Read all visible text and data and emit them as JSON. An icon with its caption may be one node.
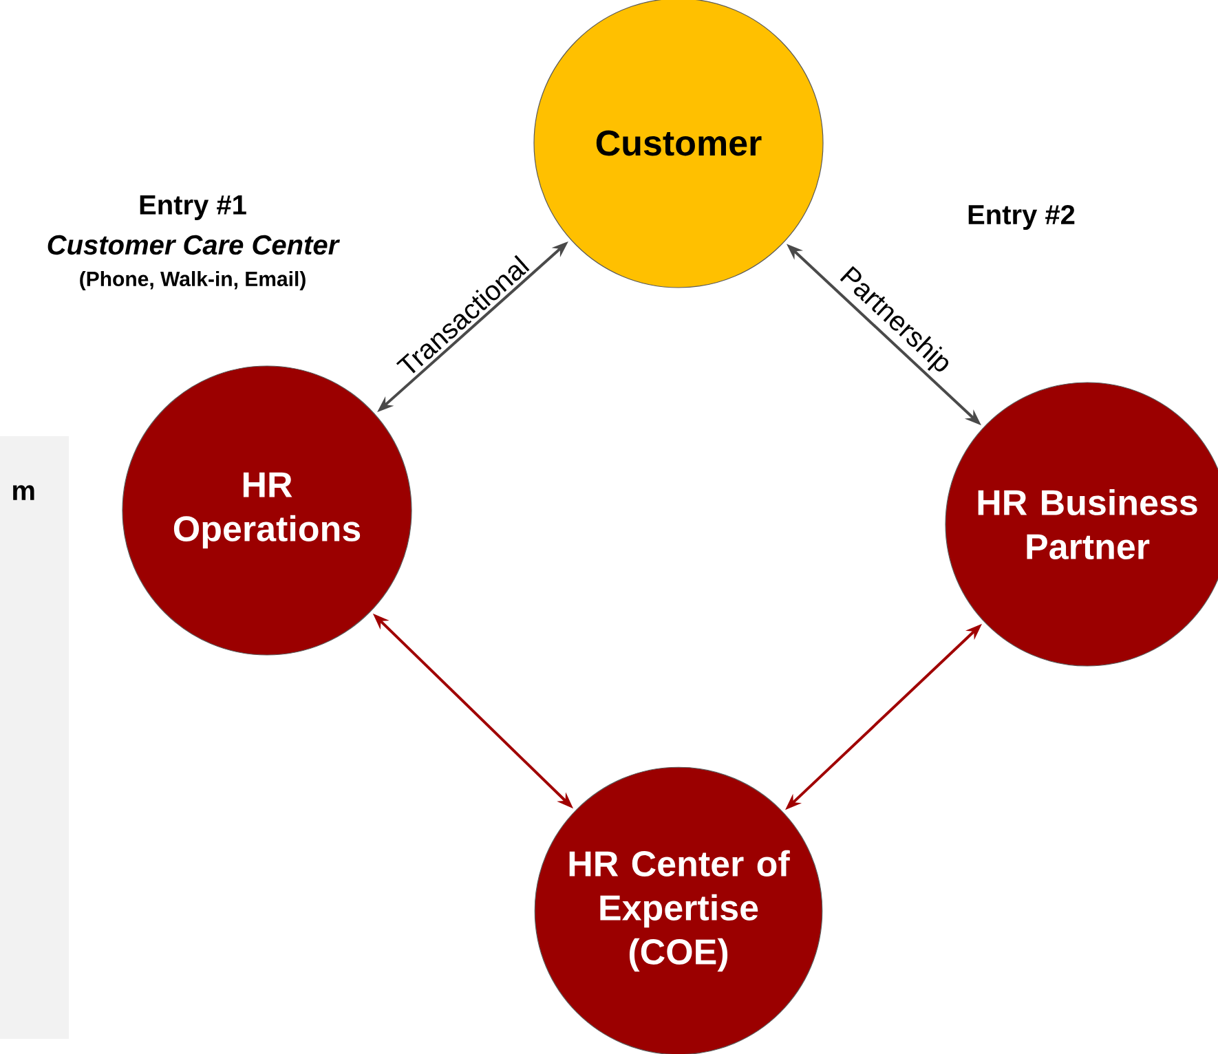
{
  "diagram": {
    "nodes": [
      {
        "text": [
          "Customer"
        ]
      },
      {
        "text": [
          "HR Operations"
        ]
      },
      {
        "text": [
          "HR Business Partner"
        ]
      },
      {
        "text": [
          "HR Center of Expertise (COE)"
        ]
      }
    ],
    "edges": [
      {
        "from": 1,
        "to": 0,
        "arrow": "both",
        "label": "Transactional"
      },
      {
        "from": 0,
        "to": 2,
        "arrow": "both",
        "label": "Partnership"
      },
      {
        "from": 1,
        "to": 3,
        "arrow": "both",
        "color": "#a00000"
      },
      {
        "from": 2,
        "to": 3,
        "arrow": "both",
        "color": "#a00000"
      }
    ],
    "labels": [
      "Entry #1",
      "Customer Care Center",
      "(Phone, Walk-in, Email)",
      "Entry #2",
      "m"
    ]
  }
}
